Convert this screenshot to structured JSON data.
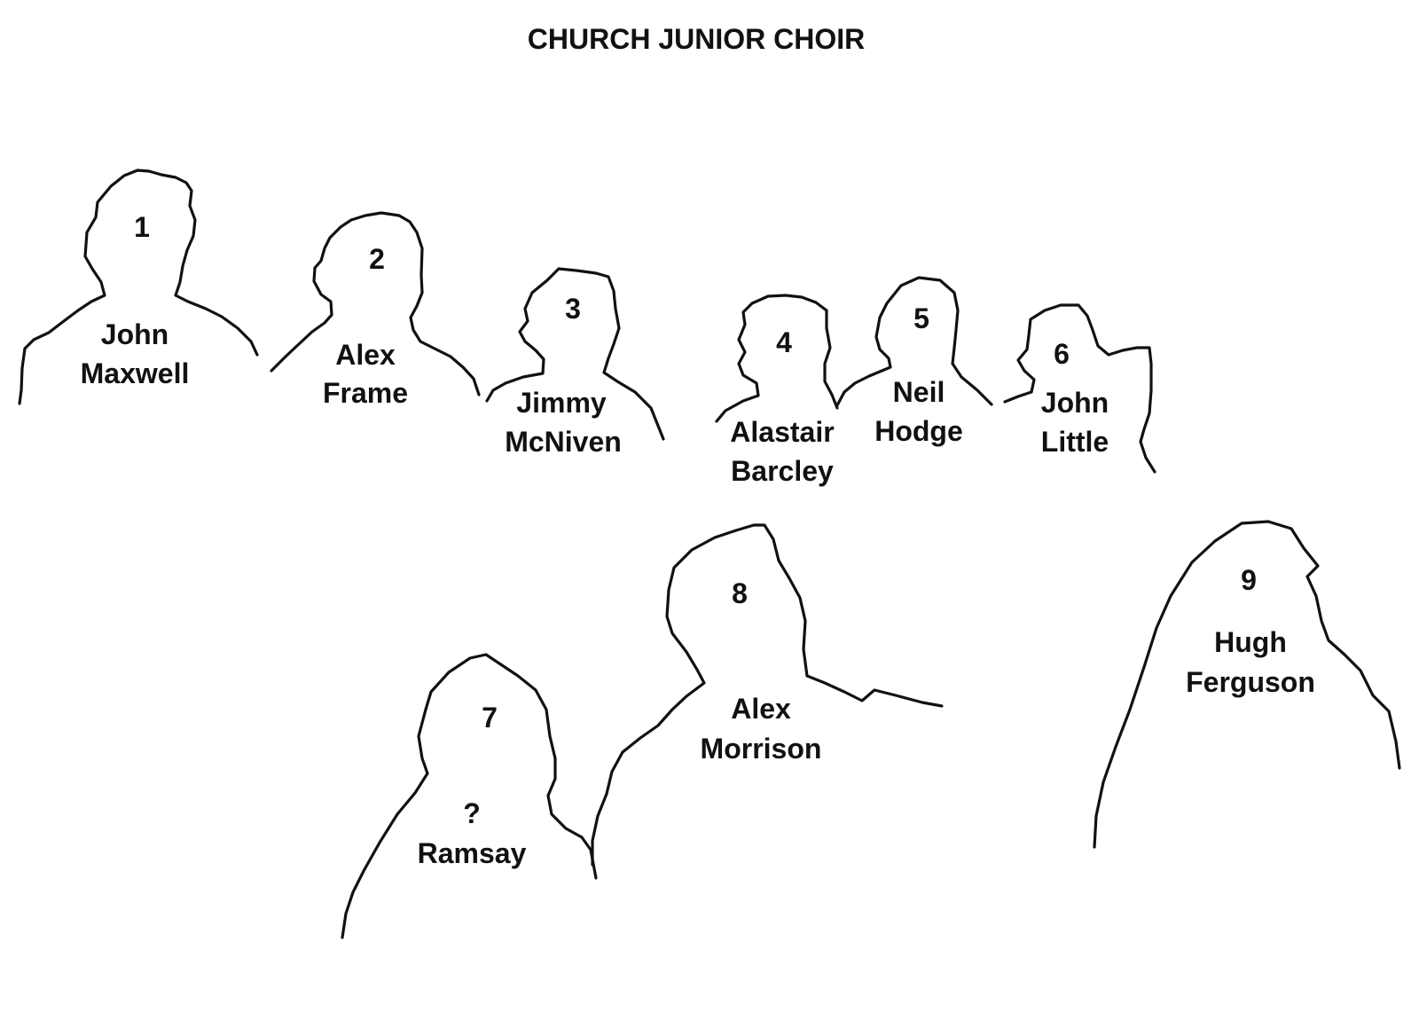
{
  "title": "CHURCH JUNIOR CHOIR",
  "choir_members": [
    {
      "number": "1",
      "name_lines": [
        "John",
        "Maxwell"
      ]
    },
    {
      "number": "2",
      "name_lines": [
        "Alex",
        "Frame"
      ]
    },
    {
      "number": "3",
      "name_lines": [
        "Jimmy",
        "McNiven"
      ]
    },
    {
      "number": "4",
      "name_lines": [
        "Alastair",
        "Barcley"
      ]
    },
    {
      "number": "5",
      "name_lines": [
        "Neil",
        "Hodge"
      ]
    },
    {
      "number": "6",
      "name_lines": [
        "John",
        "Little"
      ]
    },
    {
      "number": "7",
      "name_lines": [
        "?",
        "Ramsay"
      ]
    },
    {
      "number": "8",
      "name_lines": [
        "Alex",
        "Morrison"
      ]
    },
    {
      "number": "9",
      "name_lines": [
        "Hugh",
        "Ferguson"
      ]
    }
  ]
}
